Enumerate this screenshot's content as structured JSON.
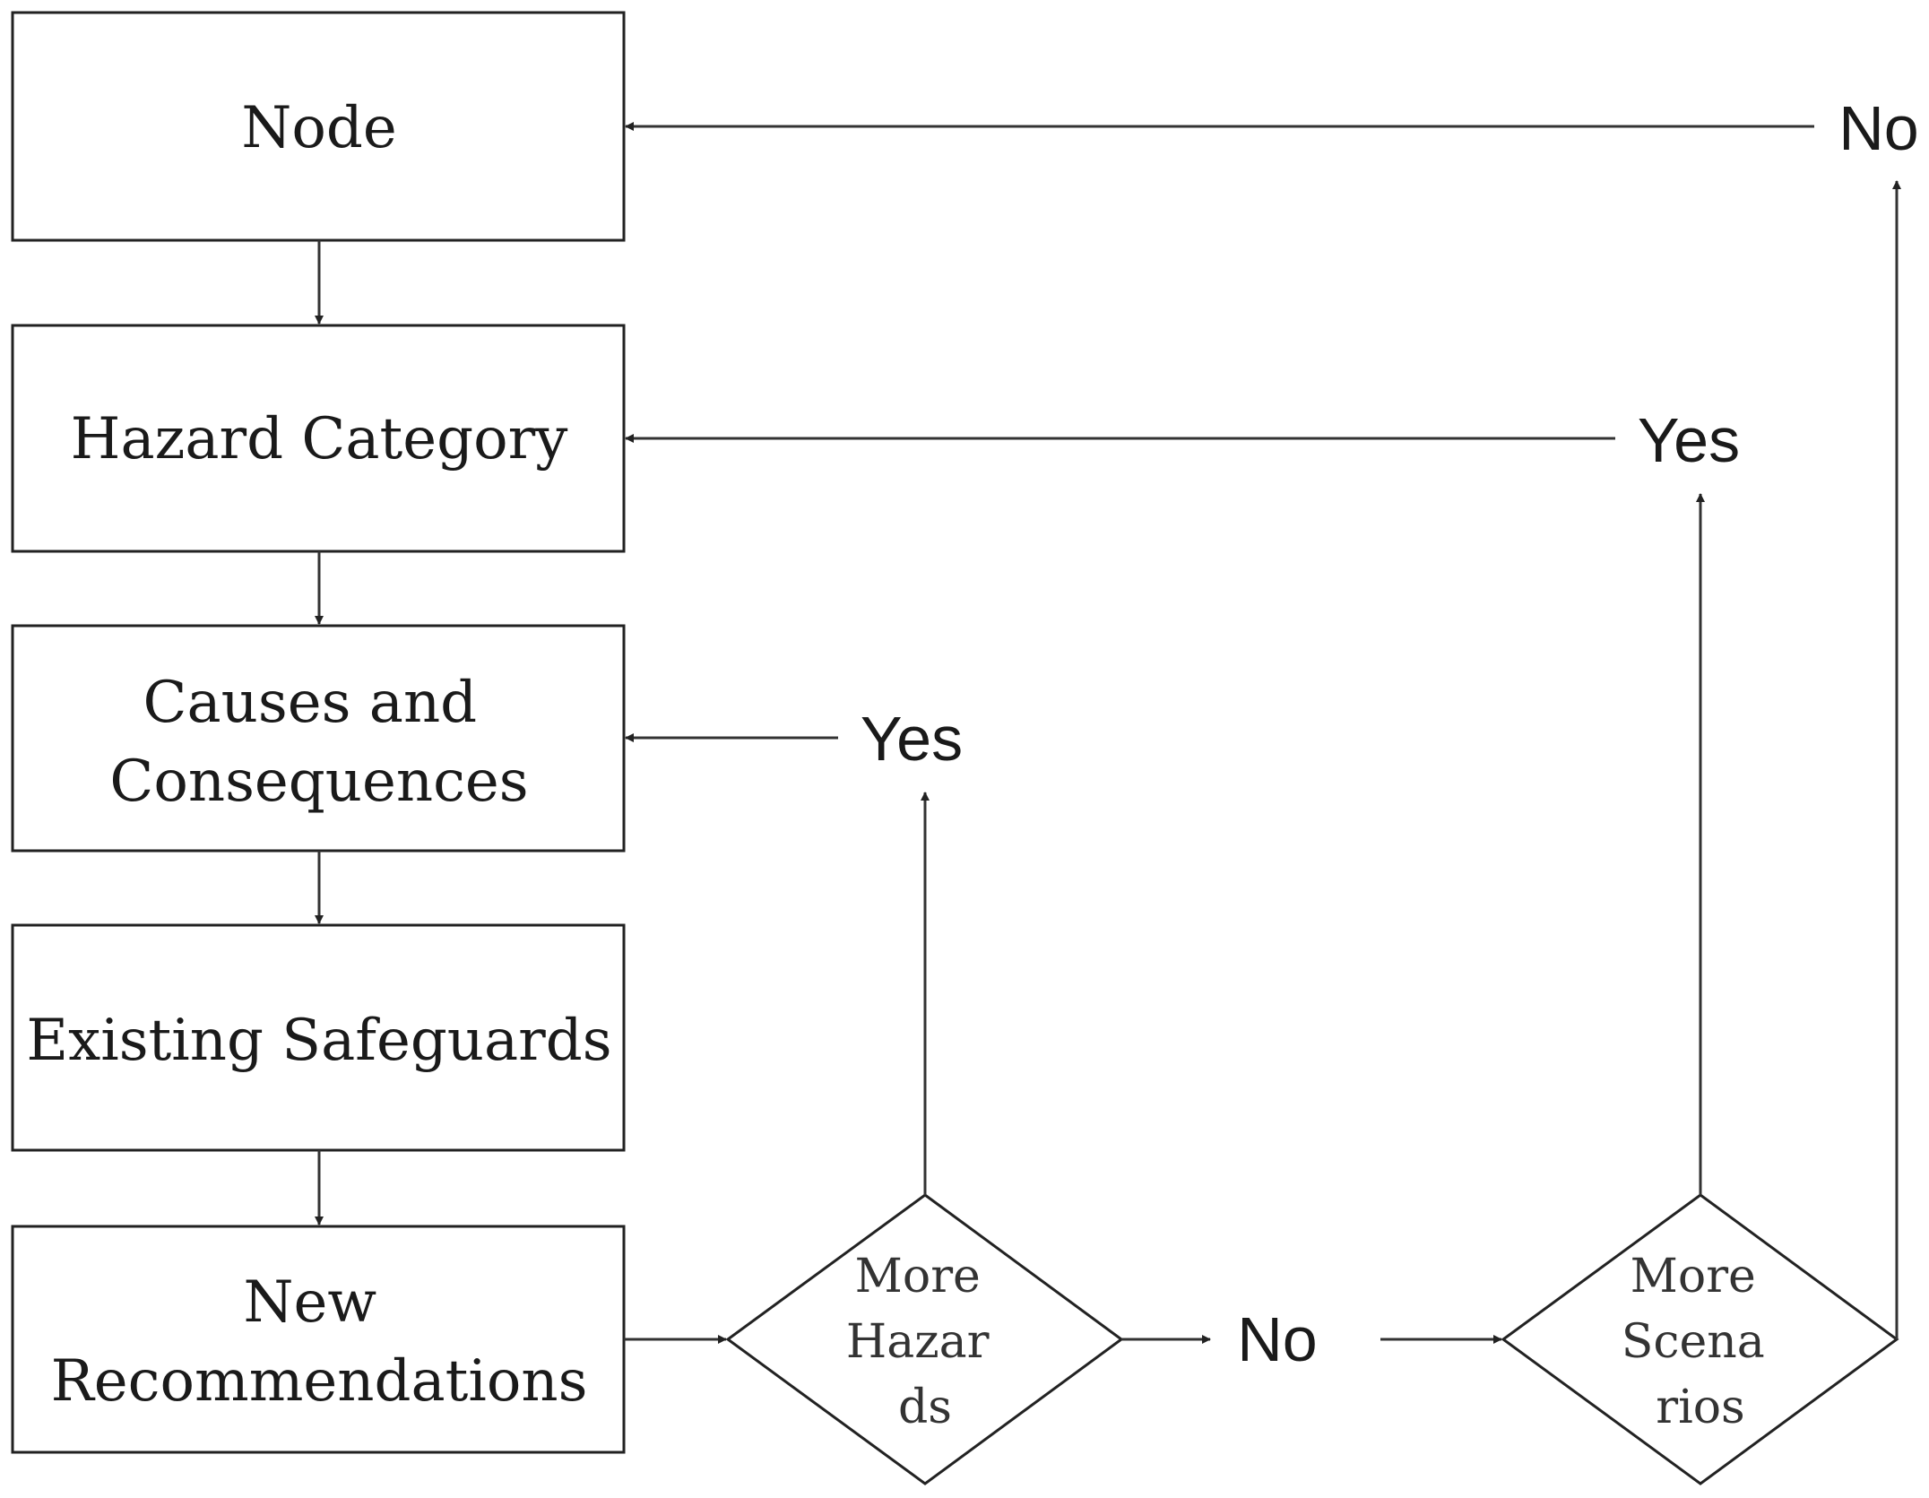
{
  "boxes": {
    "node": [
      "Node"
    ],
    "hazard_category": [
      "Hazard Category"
    ],
    "causes_consequences": [
      "Causes and",
      "Consequences"
    ],
    "existing_safeguards": [
      "Existing Safeguards"
    ],
    "new_recommendations": [
      "New",
      "Recommendations"
    ]
  },
  "decisions": {
    "more_hazards": [
      "More",
      "Hazar",
      "ds"
    ],
    "more_scenarios": [
      "More",
      "Scena",
      "rios"
    ]
  },
  "labels": {
    "no_top": "No",
    "yes_hazard_category": "Yes",
    "yes_causes": "Yes",
    "no_middle": "No"
  }
}
